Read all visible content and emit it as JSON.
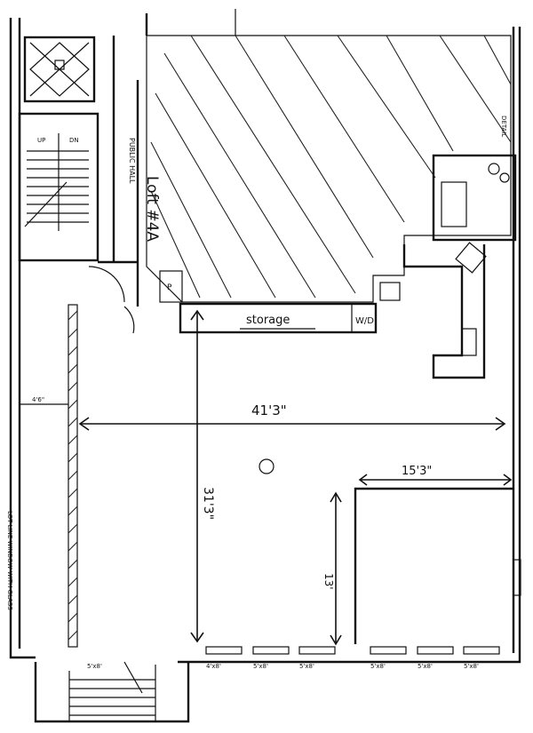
{
  "plan": {
    "unit_name": "Loft #4A",
    "labels": {
      "public_hall": "PUBLIC HALL",
      "storage": "storage",
      "wd": "W/D",
      "p": "P",
      "detail": "DETAIL",
      "up": "UP",
      "dn": "DN"
    },
    "dimensions": {
      "width": "41'3\"",
      "depth": "31'3\"",
      "room_width": "15'3\"",
      "room_depth": "13'",
      "left_notch": "4'6\""
    },
    "windows": [
      "4'x8'",
      "5'x8'",
      "5'x8'",
      "5'x8'",
      "5'x8'",
      "5'x8'",
      "5'x8'"
    ],
    "side_note": "LOT LINE WINDOW WITH GLASS"
  }
}
